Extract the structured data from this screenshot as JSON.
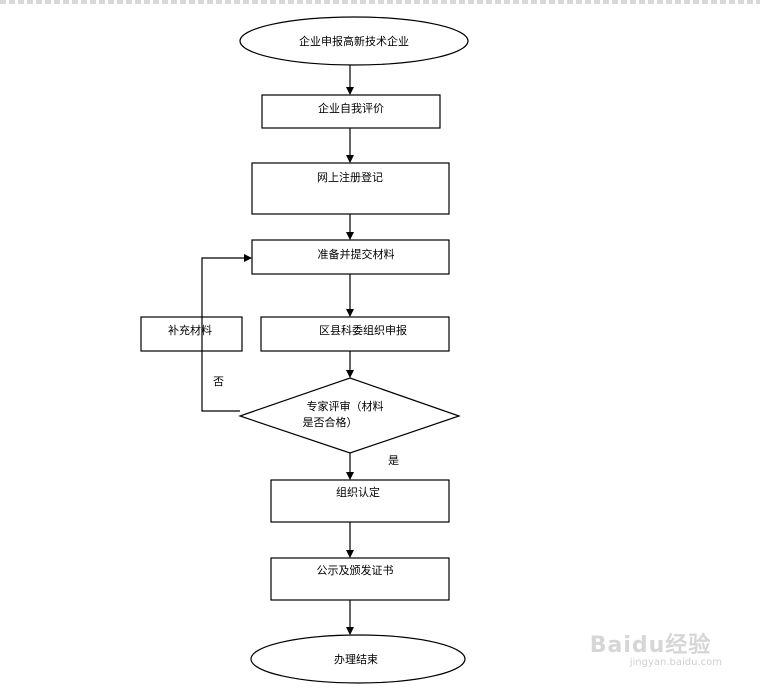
{
  "nodes": {
    "start": "企业申报高新技术企业",
    "self_eval": "企业自我评价",
    "register": "网上注册登记",
    "prepare": "准备并提交材料",
    "supplement": "补充材料",
    "district": "区县科委组织申报",
    "review_line1": "专家评审（材料",
    "review_line2": "是否合格）",
    "organize": "组织认定",
    "publish": "公示及颁发证书",
    "end": "办理结束"
  },
  "edge_labels": {
    "no": "否",
    "yes": "是"
  },
  "watermark": {
    "brand": "Baidu经验",
    "url": "jingyan.baidu.com"
  }
}
